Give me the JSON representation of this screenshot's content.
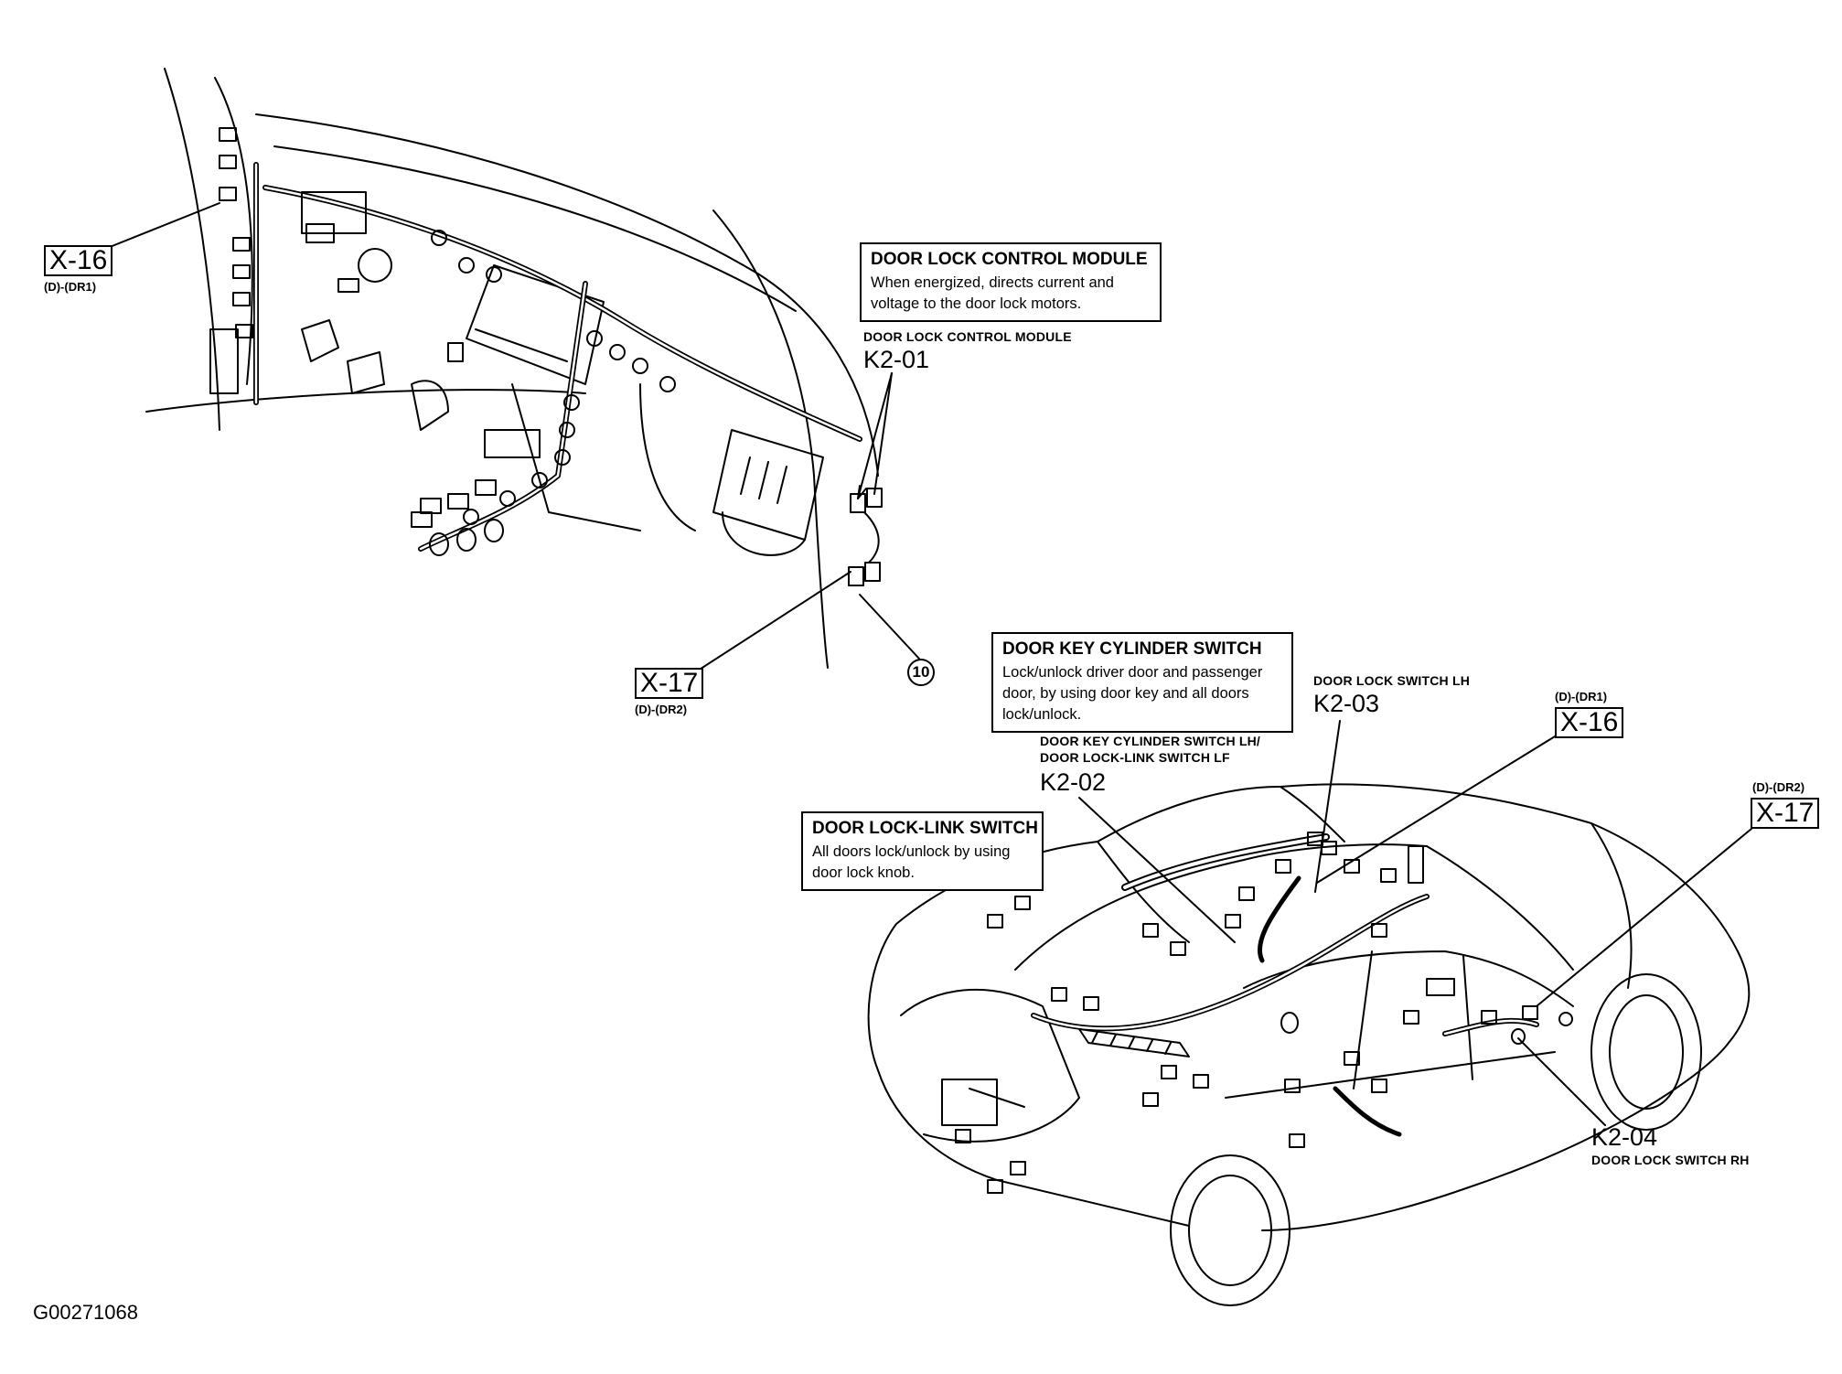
{
  "figure_id": "G00271068",
  "callouts": {
    "x16_dash": {
      "label": "X-16",
      "sub": "(D)-(DR1)"
    },
    "x17_dash": {
      "label": "X-17",
      "sub": "(D)-(DR2)"
    },
    "x16_car": {
      "label": "X-16",
      "sub": "(D)-(DR1)"
    },
    "x17_car": {
      "label": "X-17",
      "sub": "(D)-(DR2)"
    },
    "circle_ref": "10"
  },
  "components": {
    "k2_01": {
      "name": "DOOR LOCK CONTROL MODULE",
      "code": "K2-01"
    },
    "k2_02": {
      "name_line1": "DOOR KEY CYLINDER SWITCH LH/",
      "name_line2": "DOOR LOCK-LINK SWITCH LF",
      "code": "K2-02"
    },
    "k2_03": {
      "name": "DOOR LOCK SWITCH LH",
      "code": "K2-03"
    },
    "k2_04": {
      "name": "DOOR LOCK SWITCH RH",
      "code": "K2-04"
    }
  },
  "info_boxes": {
    "control_module": {
      "title": "DOOR LOCK CONTROL MODULE",
      "desc": "When energized, directs current and voltage to the door lock motors."
    },
    "key_cylinder": {
      "title": "DOOR KEY CYLINDER SWITCH",
      "desc": "Lock/unlock driver door and passenger door, by using door key and all doors lock/unlock."
    },
    "lock_link": {
      "title": "DOOR LOCK-LINK SWITCH",
      "desc": "All doors lock/unlock by using door lock knob."
    }
  }
}
